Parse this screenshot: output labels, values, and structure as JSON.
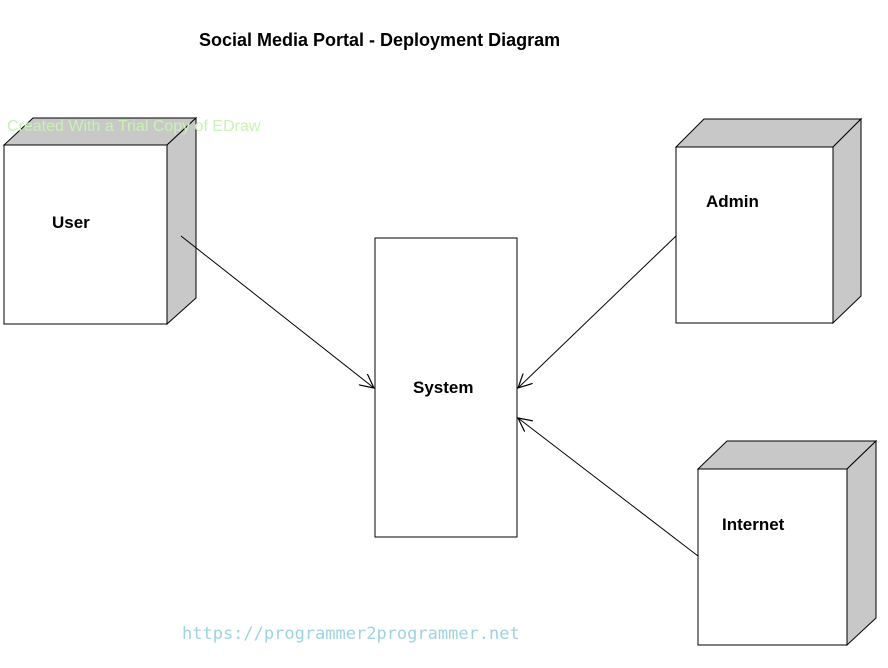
{
  "diagram": {
    "title": "Social Media Portal - Deployment Diagram",
    "watermark": "Created With a Trial Copy of EDraw",
    "source_url": "https://programmer2programmer.net",
    "nodes": {
      "user": "User",
      "admin": "Admin",
      "internet": "Internet",
      "system": "System"
    },
    "colors": {
      "node_side": "#c8c8c8",
      "stroke": "#000000",
      "watermark": "#c8f2b4",
      "url": "#9fd3e0"
    }
  }
}
